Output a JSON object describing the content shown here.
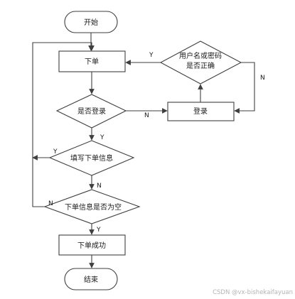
{
  "flowchart": {
    "nodes": {
      "start": "开始",
      "place_order_1": "下单",
      "is_logged_in": "是否登录",
      "login": "登录",
      "credentials_check_line1": "用户名或密码",
      "credentials_check_line2": "是否正确",
      "fill_order_info": "填写下单信息",
      "order_info_empty": "下单信息是否为空",
      "order_success": "下单成功",
      "end": "结束"
    },
    "edge_labels": {
      "credentials_yes": "Y",
      "credentials_no": "N",
      "logged_in_no": "N",
      "logged_in_yes": "Y",
      "fill_loop_yes": "Y",
      "fill_to_check_no": "N",
      "empty_loop_no": "N",
      "empty_yes": "Y"
    }
  },
  "watermark": "CSDN @vx-bishekaifayuan"
}
